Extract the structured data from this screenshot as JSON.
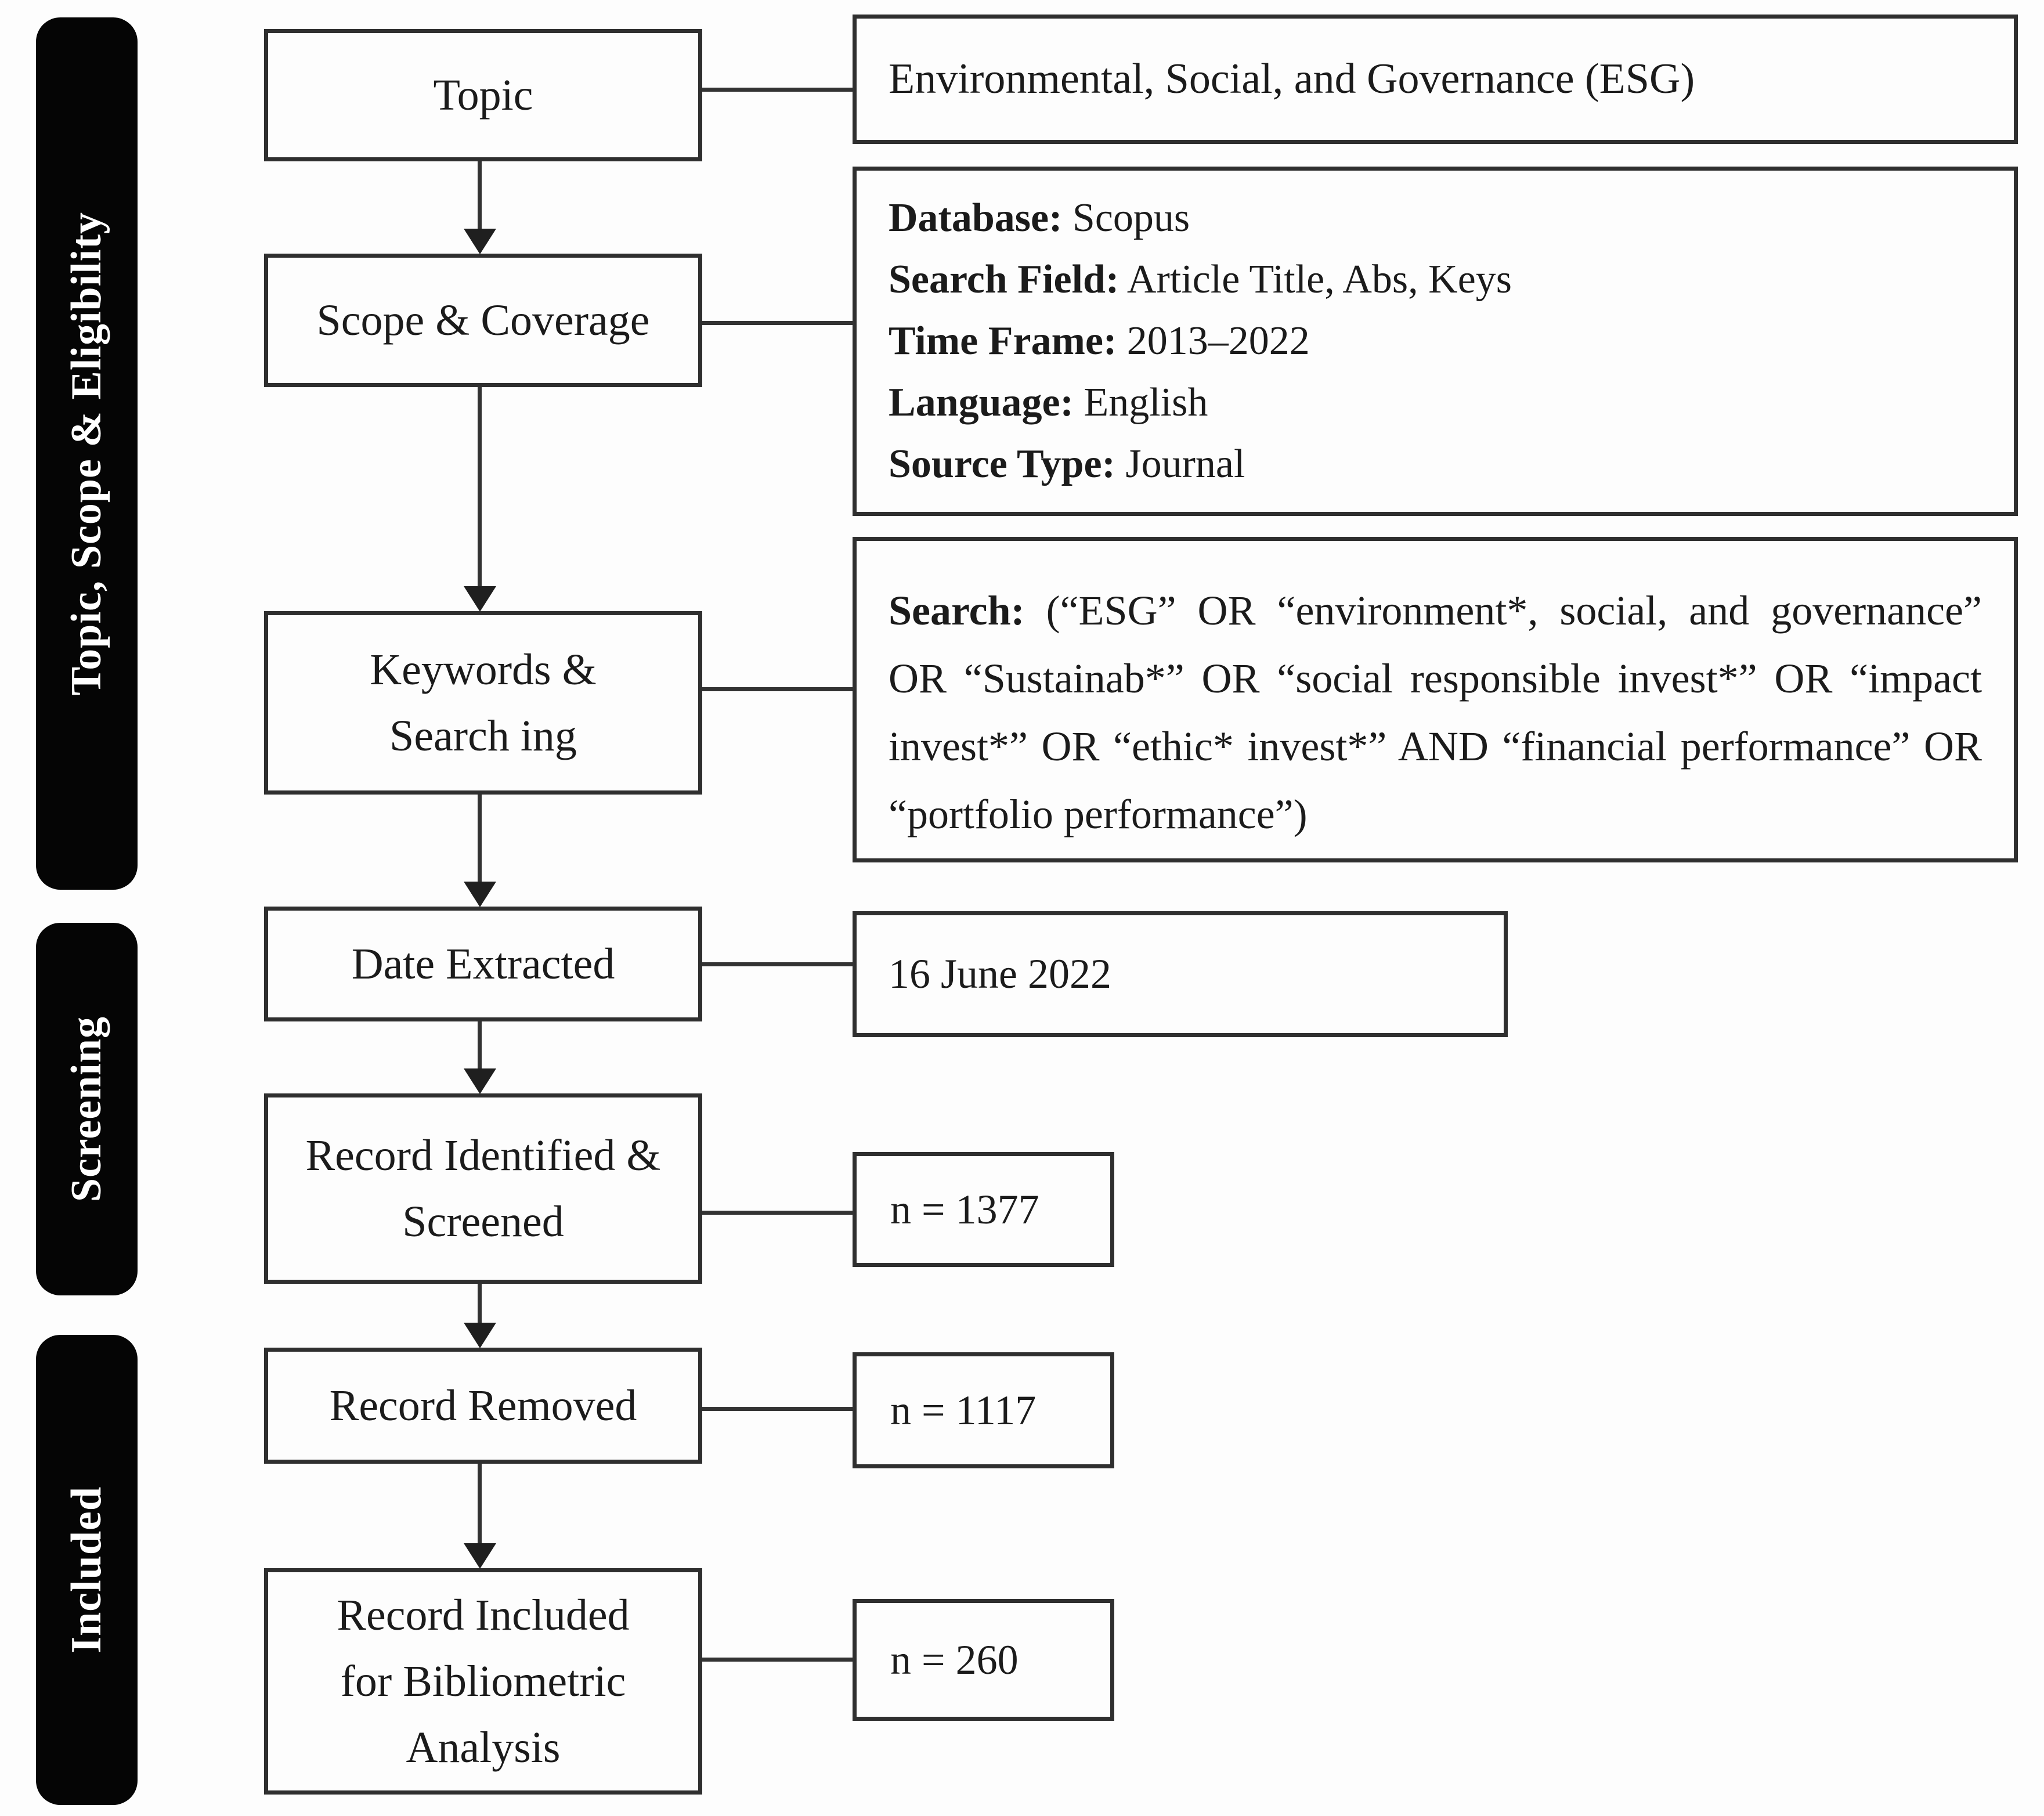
{
  "diagram": {
    "stages": [
      {
        "label": "Topic, Scope & Eligibility"
      },
      {
        "label": "Screening"
      },
      {
        "label": "Included"
      }
    ],
    "nodes": {
      "topic": {
        "line1": "Topic"
      },
      "scope": {
        "line1": "Scope & Coverage"
      },
      "keywords": {
        "line1": "Keywords &",
        "line2": "Search ing"
      },
      "date": {
        "line1": "Date Extracted"
      },
      "identified": {
        "line1": "Record Identified &",
        "line2": "Screened"
      },
      "removed": {
        "line1": "Record Removed"
      },
      "included": {
        "line1": "Record Included",
        "line2": "for Bibliometric",
        "line3": "Analysis"
      }
    },
    "details": {
      "topic_value": "Environmental, Social, and Governance (ESG)",
      "scope_rows": [
        {
          "label": "Database:",
          "value": "Scopus"
        },
        {
          "label": "Search Field:",
          "value": "Article Title, Abs, Keys"
        },
        {
          "label": "Time Frame:",
          "value": "2013–2022"
        },
        {
          "label": "Language:",
          "value": "English"
        },
        {
          "label": "Source Type:",
          "value": "Journal"
        }
      ],
      "search_label": "Search:",
      "search_value": "(“ESG” OR “environment*, social, and governance” OR “Sustainab*” OR “social responsible invest*” OR “impact invest*” OR “ethic* invest*” AND “financial performance” OR “portfolio performance”)",
      "date_value": "16 June 2022",
      "identified_count": "n = 1377",
      "removed_count": "n = 1117",
      "included_count": "n = 260"
    },
    "colors": {
      "bar_fill": "#050505",
      "bar_text": "#ffffff",
      "box_border": "#2f2f2f",
      "line": "#333333",
      "text": "#1b1b1b",
      "background": "#fdfdfd"
    }
  }
}
